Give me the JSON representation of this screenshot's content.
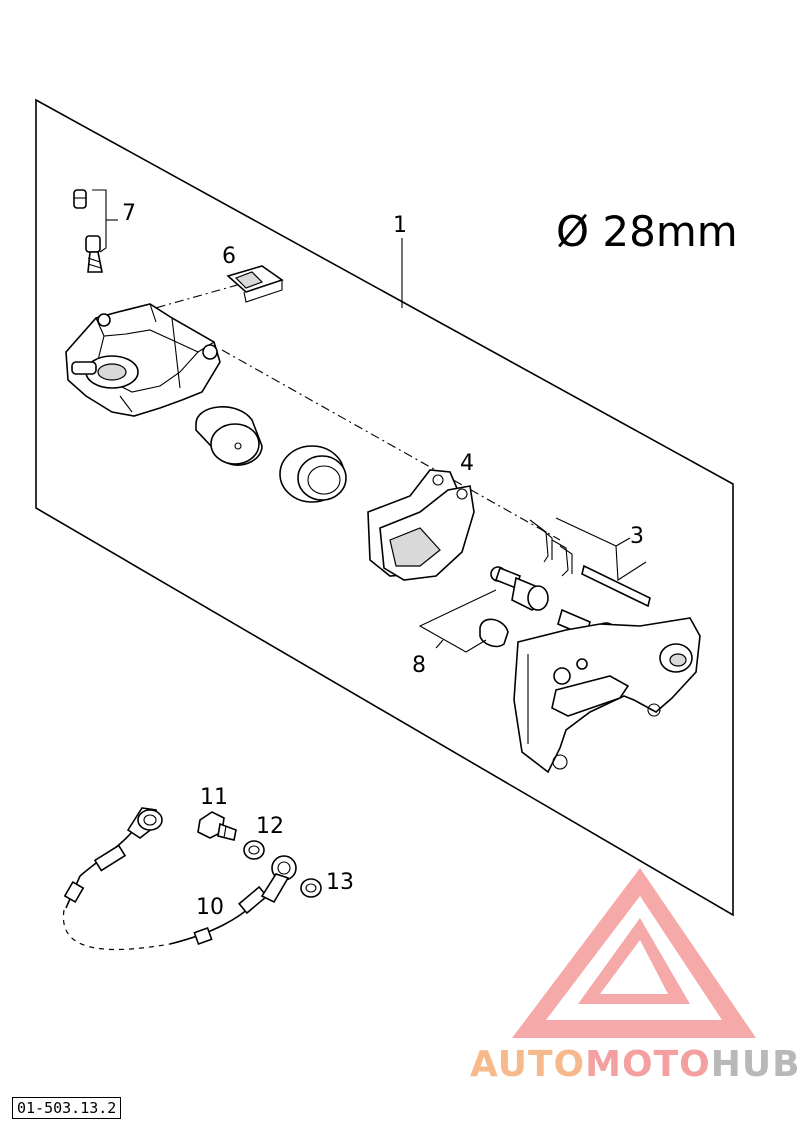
{
  "spec_label": "Ø 28mm",
  "document_code": "01-503.13.2",
  "callouts": {
    "c1": "1",
    "c3": "3",
    "c4": "4",
    "c6": "6",
    "c7": "7",
    "c8": "8",
    "c10": "10",
    "c11": "11",
    "c12": "12",
    "c13": "13"
  },
  "watermark": {
    "part_a": "AUTO",
    "part_b": "MOTO",
    "part_c": "HUB",
    "colors": {
      "orange": "#f6b98c",
      "red": "#f4a0a0",
      "grey": "#b8b8b8"
    }
  }
}
